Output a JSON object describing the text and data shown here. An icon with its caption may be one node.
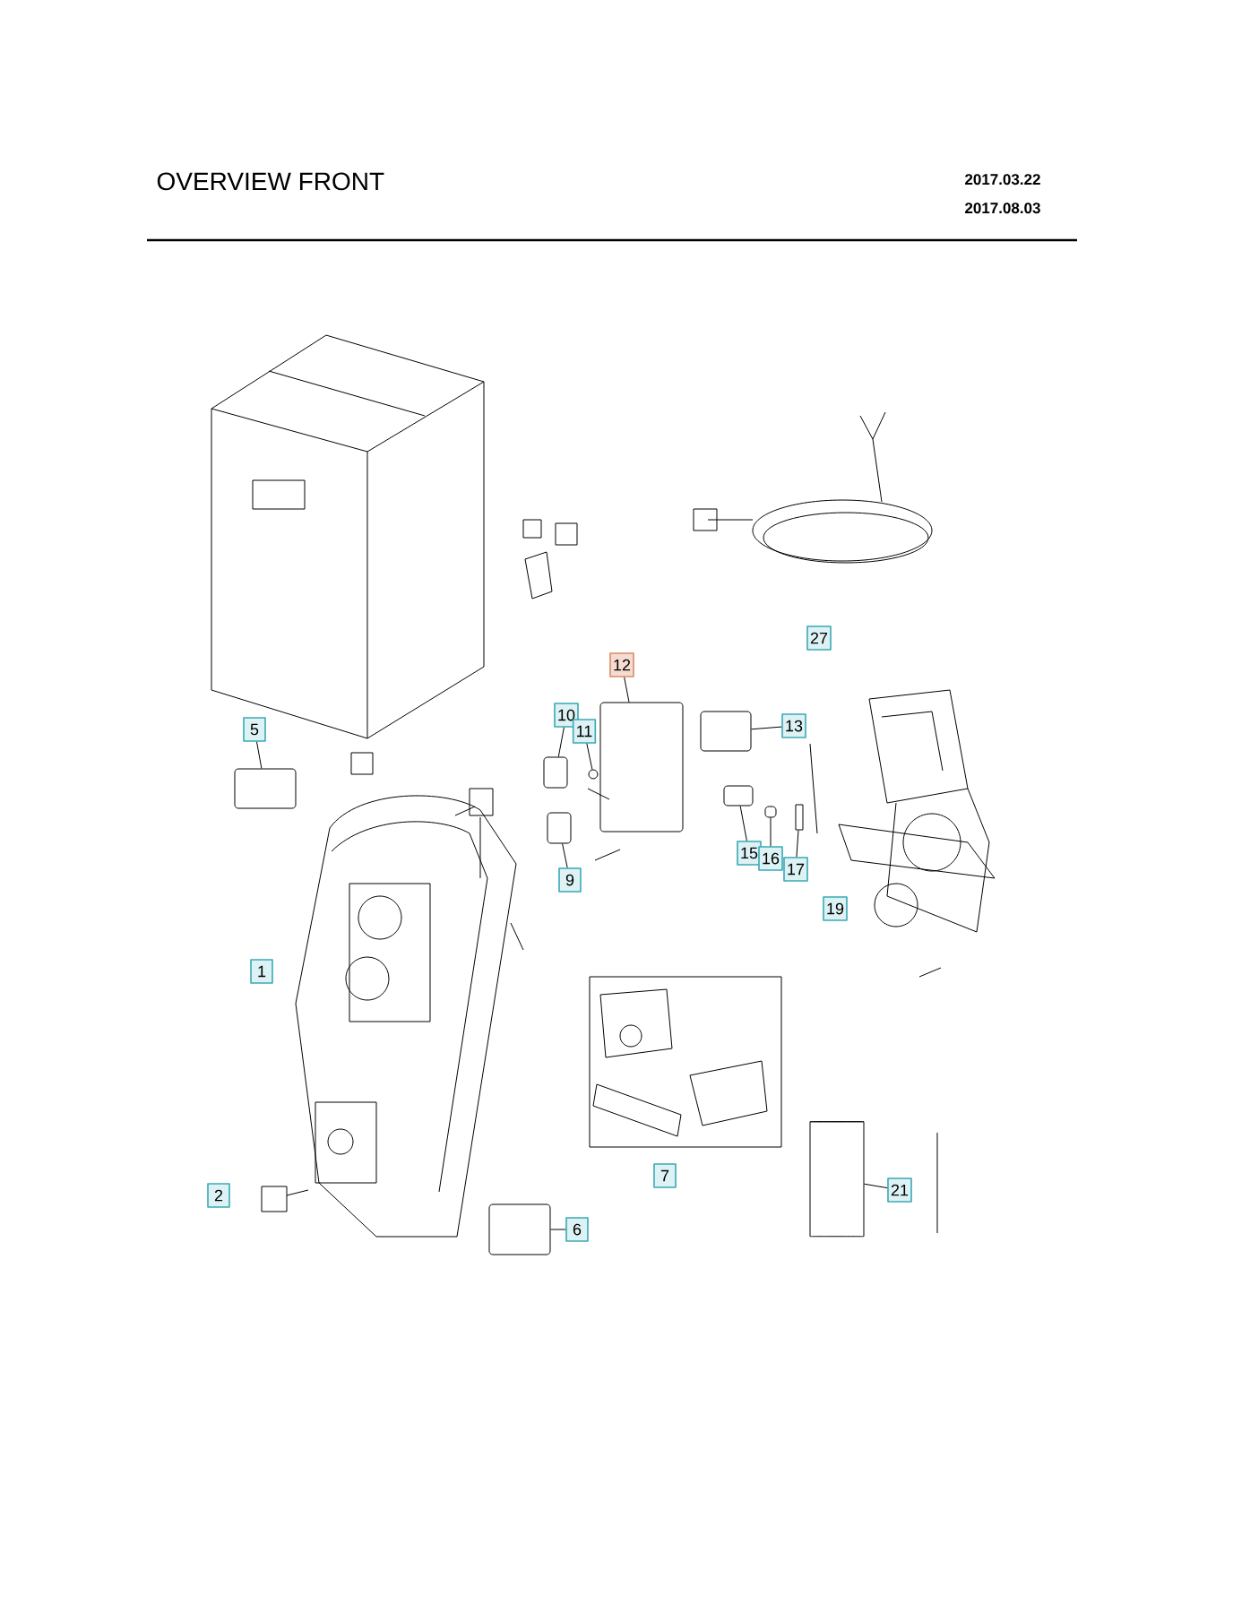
{
  "diagram": {
    "title": "OVERVIEW FRONT",
    "nodes": [
      {
        "text": [
          "5"
        ]
      },
      {
        "text": [],
        "shape": "box"
      },
      {
        "text": [
          "12"
        ]
      },
      {
        "text": [],
        "shape": "box"
      },
      {
        "text": [
          "10"
        ]
      },
      {
        "text": [],
        "shape": "box"
      },
      {
        "text": [
          "11"
        ]
      },
      {
        "text": [],
        "shape": "circle"
      },
      {
        "text": [
          "9"
        ]
      },
      {
        "text": [],
        "shape": "box"
      },
      {
        "text": [
          "13"
        ]
      },
      {
        "text": [],
        "shape": "box"
      },
      {
        "text": [
          "15"
        ]
      },
      {
        "text": [
          "16"
        ]
      },
      {
        "text": [
          "17"
        ]
      },
      {
        "text": [],
        "shape": "box"
      },
      {
        "text": [],
        "shape": "box"
      },
      {
        "text": [],
        "shape": "bar"
      },
      {
        "text": [
          "21"
        ]
      },
      {
        "text": [],
        "shape": "cylinder"
      },
      {
        "text": [
          "6"
        ]
      },
      {
        "text": [],
        "shape": "box"
      },
      {
        "text": [
          "27"
        ]
      },
      {
        "text": [
          "1"
        ]
      },
      {
        "text": [
          "19"
        ]
      },
      {
        "text": [
          "7"
        ]
      },
      {
        "text": [
          "2"
        ]
      }
    ],
    "edges": [
      {
        "from": 0,
        "to": 1,
        "arrow": "none"
      },
      {
        "from": 2,
        "to": 3,
        "arrow": "none"
      },
      {
        "from": 4,
        "to": 5,
        "arrow": "none"
      },
      {
        "from": 6,
        "to": 7,
        "arrow": "none"
      },
      {
        "from": 8,
        "to": 9,
        "arrow": "none"
      },
      {
        "from": 10,
        "to": 11,
        "arrow": "none"
      },
      {
        "from": 12,
        "to": 15,
        "arrow": "none"
      },
      {
        "from": 13,
        "to": 16,
        "arrow": "none"
      },
      {
        "from": 14,
        "to": 17,
        "arrow": "none"
      },
      {
        "from": 18,
        "to": 19,
        "arrow": "none"
      },
      {
        "from": 20,
        "to": 21,
        "arrow": "none"
      }
    ],
    "labels": [
      "2017.03.22",
      "2017.08.03"
    ]
  }
}
